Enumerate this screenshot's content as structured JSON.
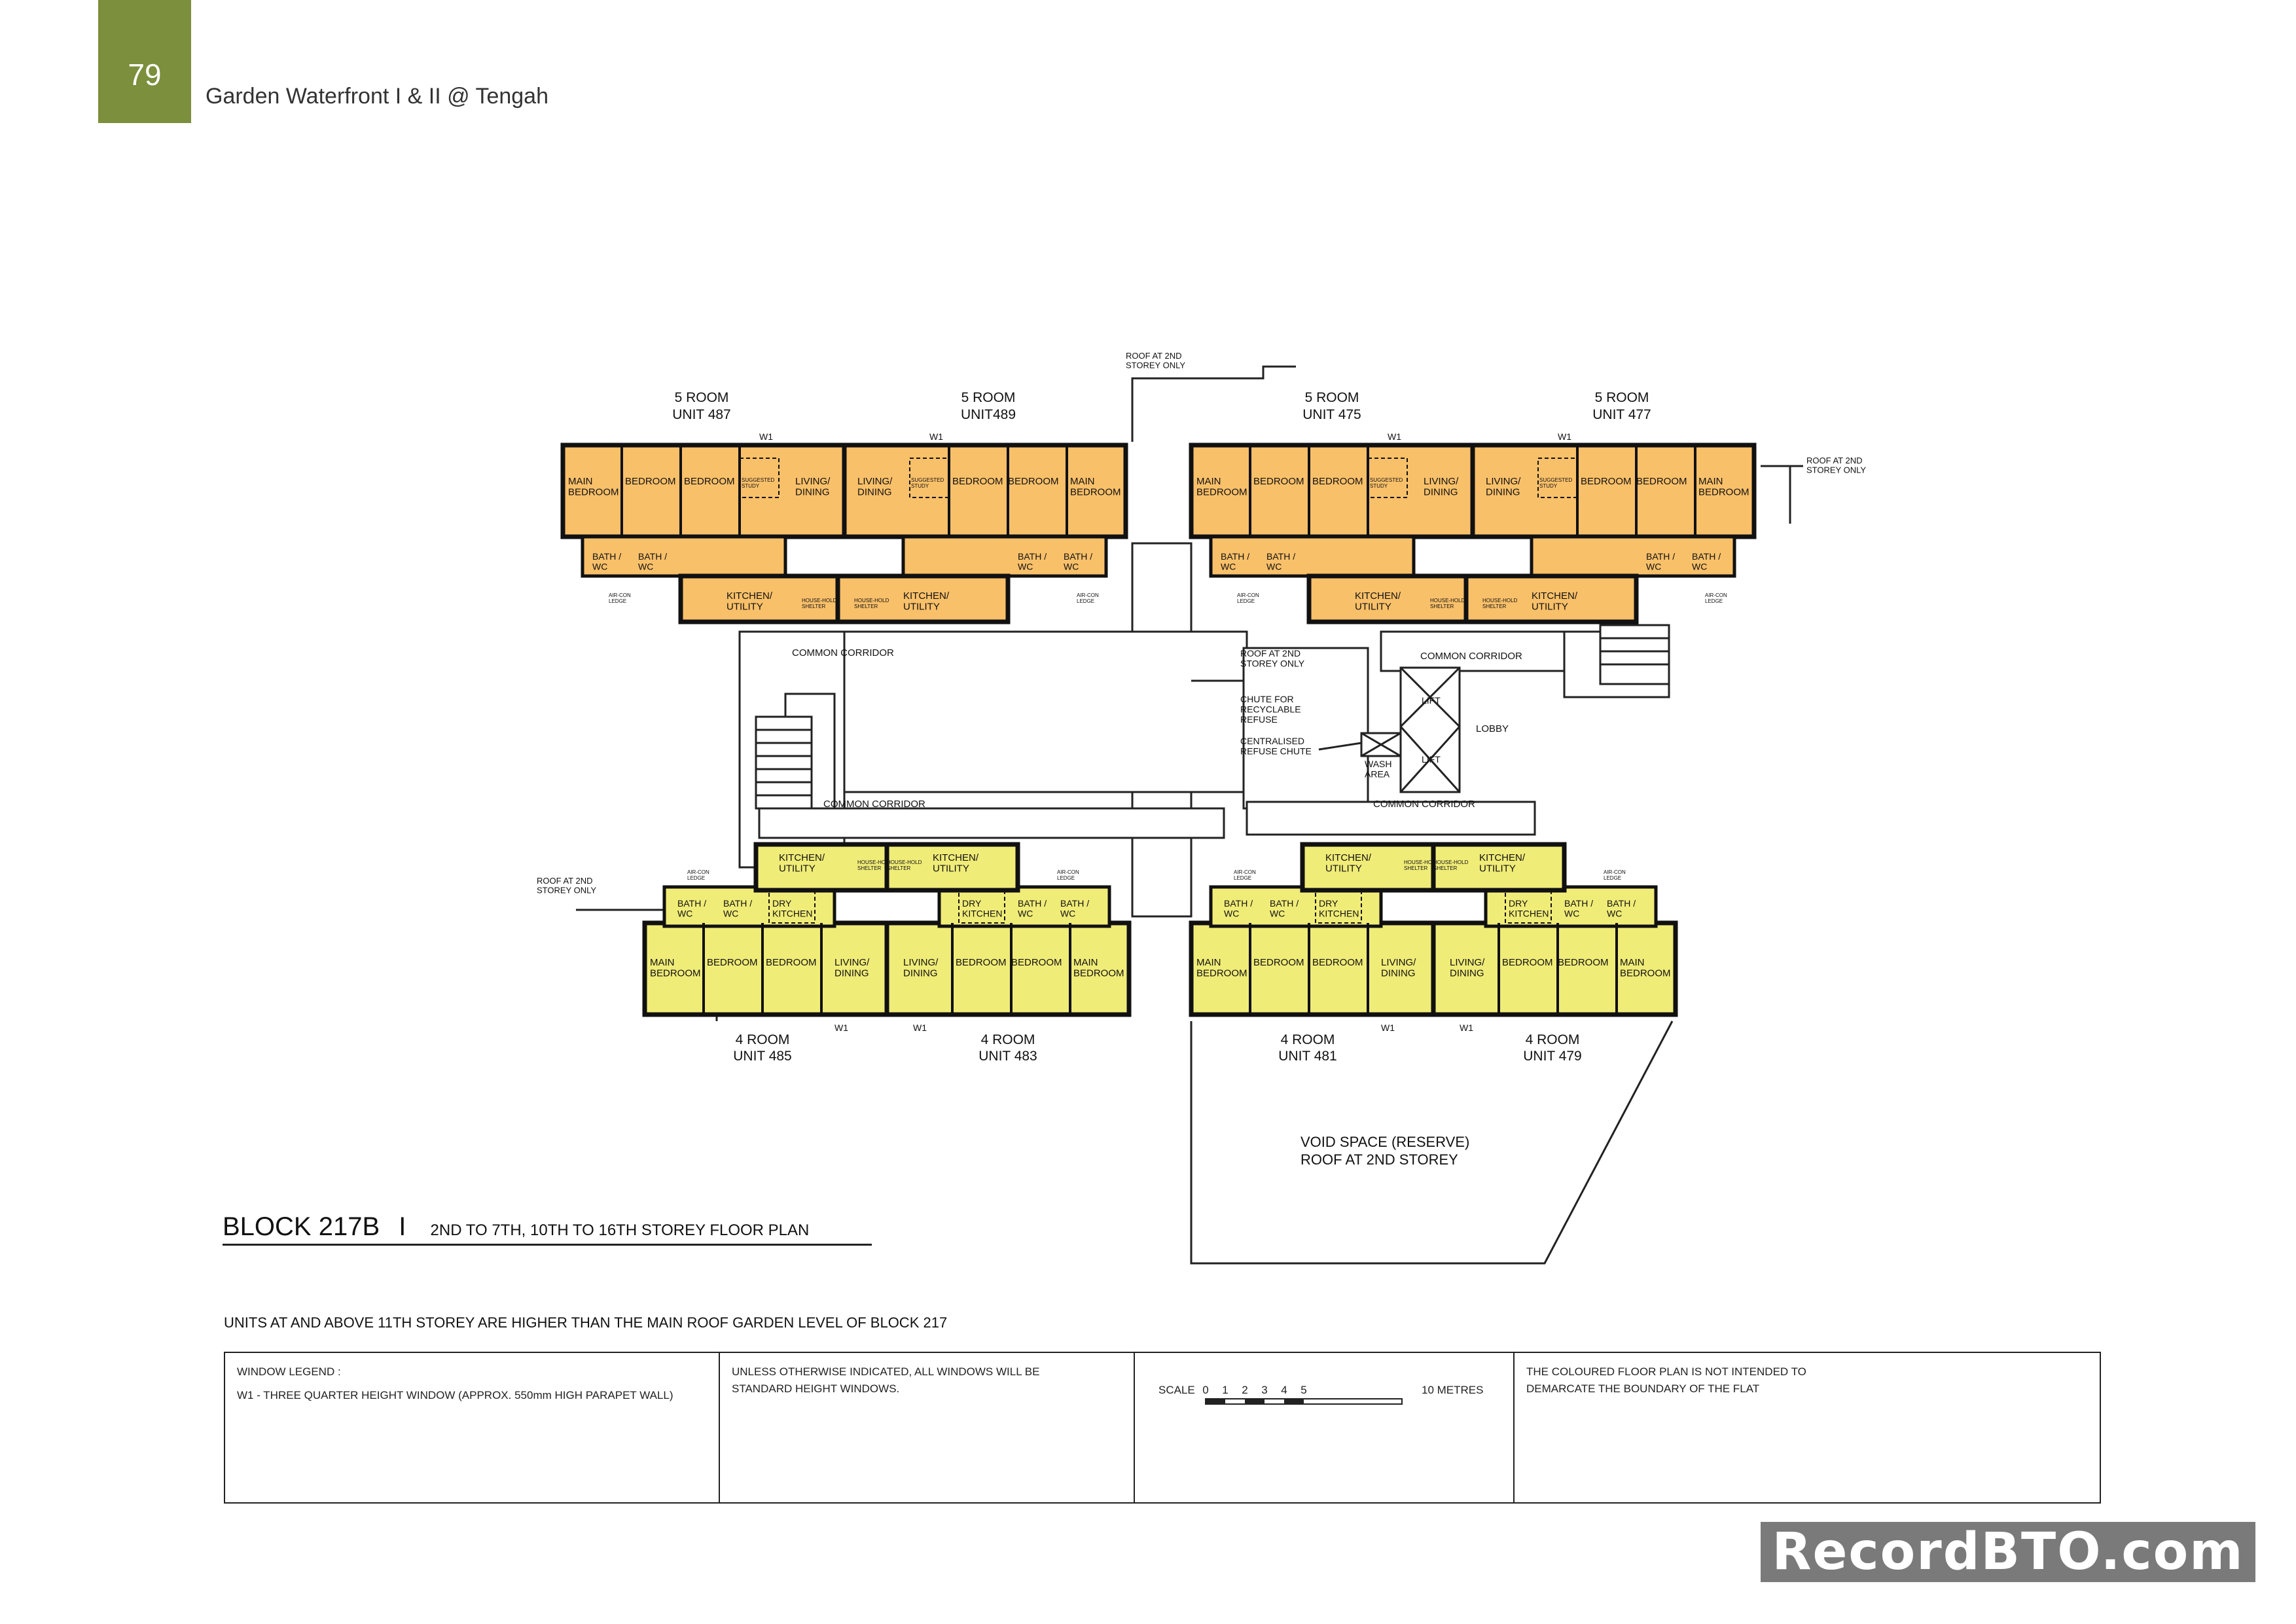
{
  "header": {
    "page_number": "79",
    "project_title": "Garden Waterfront I & II @ Tengah"
  },
  "colors": {
    "five_room": "#f9c06a",
    "four_room": "#f0ec78",
    "brand_green": "#7b8f3c"
  },
  "units_top": [
    {
      "type": "5 ROOM",
      "unit": "UNIT 487"
    },
    {
      "type": "5 ROOM",
      "unit": "UNIT489"
    },
    {
      "type": "5 ROOM",
      "unit": "UNIT 475"
    },
    {
      "type": "5 ROOM",
      "unit": "UNIT 477"
    }
  ],
  "units_bottom": [
    {
      "type": "4 ROOM",
      "unit": "UNIT 485"
    },
    {
      "type": "4 ROOM",
      "unit": "UNIT 483"
    },
    {
      "type": "4 ROOM",
      "unit": "UNIT 481"
    },
    {
      "type": "4 ROOM",
      "unit": "UNIT 479"
    }
  ],
  "rooms": {
    "main_bedroom": "MAIN BEDROOM",
    "bedroom": "BEDROOM",
    "study": "SUGGESTED STUDY",
    "living": "LIVING/ DINING",
    "bath": "BATH / WC",
    "kitchen": "KITCHEN/ UTILITY",
    "shelter": "HOUSE-HOLD SHELTER",
    "aircon": "AIR-CON LEDGE",
    "dry_kitchen": "DRY KITCHEN",
    "window": "W1"
  },
  "annotations": {
    "roof_2nd": "ROOF AT 2ND STOREY ONLY",
    "common_corridor": "COMMON CORRIDOR",
    "chute_recyclable": "CHUTE FOR RECYCLABLE REFUSE",
    "centralised_chute": "CENTRALISED REFUSE CHUTE",
    "wash_area": "WASH AREA",
    "lobby": "LOBBY",
    "lift": "LIFT",
    "void_line1": "VOID SPACE (RESERVE)",
    "void_line2": "ROOF AT 2ND STOREY"
  },
  "plan_title": {
    "block": "BLOCK 217B",
    "separator": "I",
    "subtitle": "2ND TO 7TH, 10TH TO 16TH STOREY FLOOR PLAN"
  },
  "note": "UNITS AT AND ABOVE 11TH STOREY ARE HIGHER THAN THE MAIN ROOF GARDEN LEVEL OF BLOCK 217",
  "legend": {
    "window_title": "WINDOW LEGEND :",
    "window_w1": "W1  - THREE QUARTER HEIGHT WINDOW (APPROX. 550mm HIGH PARAPET WALL)",
    "standard_windows": "UNLESS OTHERWISE INDICATED, ALL WINDOWS WILL BE STANDARD HEIGHT WINDOWS.",
    "scale_label": "SCALE",
    "scale_ticks": [
      "0",
      "1",
      "2",
      "3",
      "4",
      "5"
    ],
    "scale_end": "10 METRES",
    "disclaimer": "THE COLOURED FLOOR PLAN IS NOT INTENDED TO DEMARCATE THE BOUNDARY OF THE FLAT"
  },
  "watermark": "RecordBTO.com"
}
